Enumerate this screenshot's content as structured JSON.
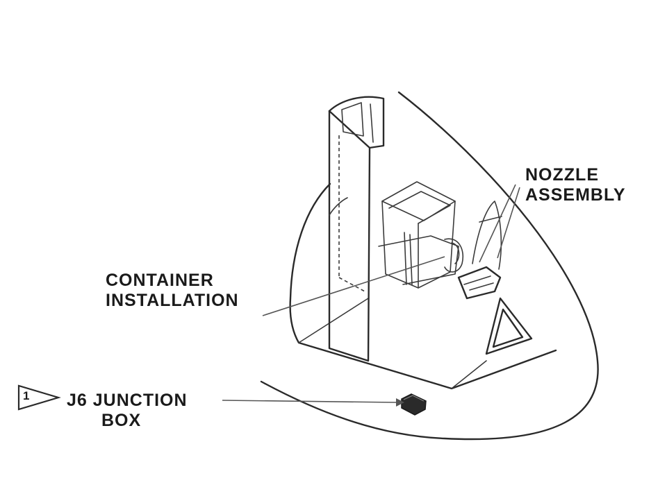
{
  "figure": {
    "labels": {
      "nozzle_assembly": [
        "NOZZLE",
        "ASSEMBLY"
      ],
      "container_installation": [
        "CONTAINER",
        "INSTALLATION"
      ],
      "junction_box": [
        "J6 JUNCTION",
        "BOX"
      ]
    },
    "note_flag": "1"
  }
}
